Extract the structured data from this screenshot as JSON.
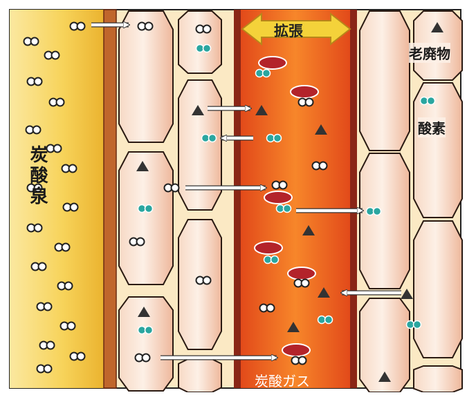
{
  "labels": {
    "carbonated_spring": "炭酸泉",
    "dilation": "拡張",
    "waste": "老廃物",
    "oxygen": "酸素",
    "co2_gas": "炭酸ガス"
  },
  "colors": {
    "spring_yellow": "#f5c43a",
    "vessel_red": "#e2581f",
    "vessel_wall": "#8a2616",
    "cell_fill": "#f3c2a6",
    "cell_stroke": "#2a1a12",
    "tissue_bg": "#fbe9c4",
    "oxygen_teal": "#2aa6a0",
    "hemoglobin_red": "#b3232a",
    "waste_dark": "#333333",
    "arrow_yellow": "#f4d23a"
  }
}
